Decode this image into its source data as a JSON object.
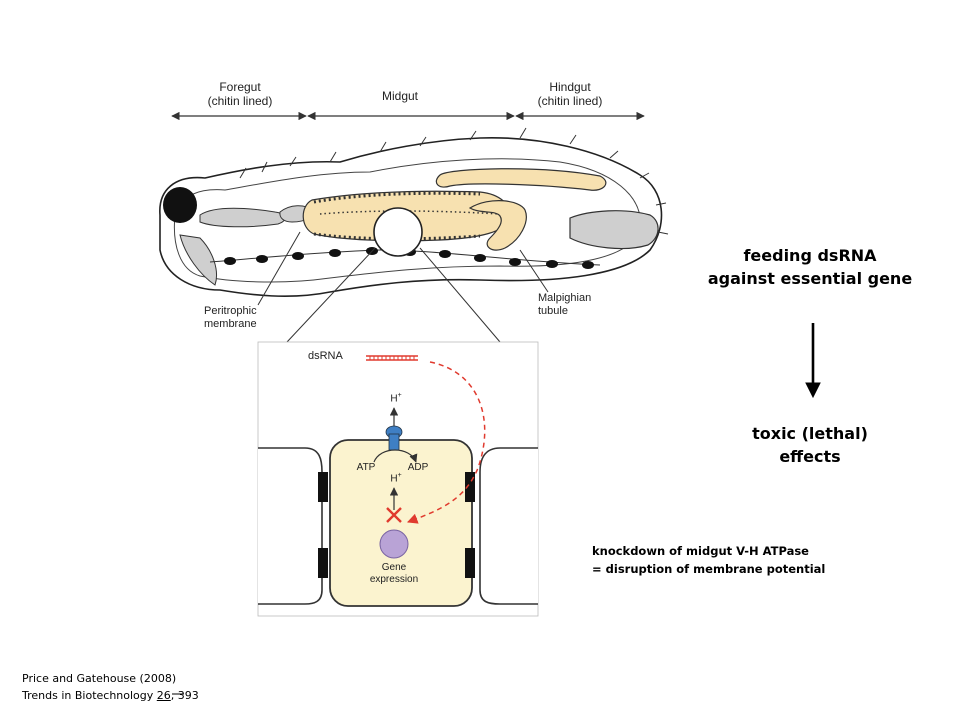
{
  "gut_regions": {
    "foregut": {
      "name": "Foregut",
      "note": "(chitin lined)"
    },
    "midgut": {
      "name": "Midgut"
    },
    "hindgut": {
      "name": "Hindgut",
      "note": "(chitin lined)"
    }
  },
  "gut_labels": {
    "peritrophic": [
      "Peritrophic",
      "membrane"
    ],
    "malpighian": [
      "Malpighian",
      "tubule"
    ]
  },
  "cell_diagram": {
    "dsrna": "dsRNA",
    "proton_top": "H",
    "proton_mid": "H",
    "proton_sup": "+",
    "atp": "ATP",
    "adp": "ADP",
    "gene": [
      "Gene",
      "expression"
    ],
    "block": "X"
  },
  "right_text": {
    "feeding": [
      "feeding dsRNA",
      "against essential gene"
    ],
    "toxic": [
      "toxic (lethal)",
      "effects"
    ],
    "knockdown": [
      "knockdown of midgut V-H ATPase",
      "= disruption of membrane potential"
    ]
  },
  "citation": {
    "authors": "Price and Gatehouse  (2008)",
    "journal": "Trends in Biotechnology",
    "volume": "26",
    "page": ",  393"
  },
  "colors": {
    "gut_fill": "#f7e1b0",
    "cell_fill": "#fbf3cf",
    "pump": "#3f7fc4",
    "gene": "#b9a3d6",
    "dsrna_red": "#e03a2e",
    "gray_organ": "#cfcfcf"
  }
}
